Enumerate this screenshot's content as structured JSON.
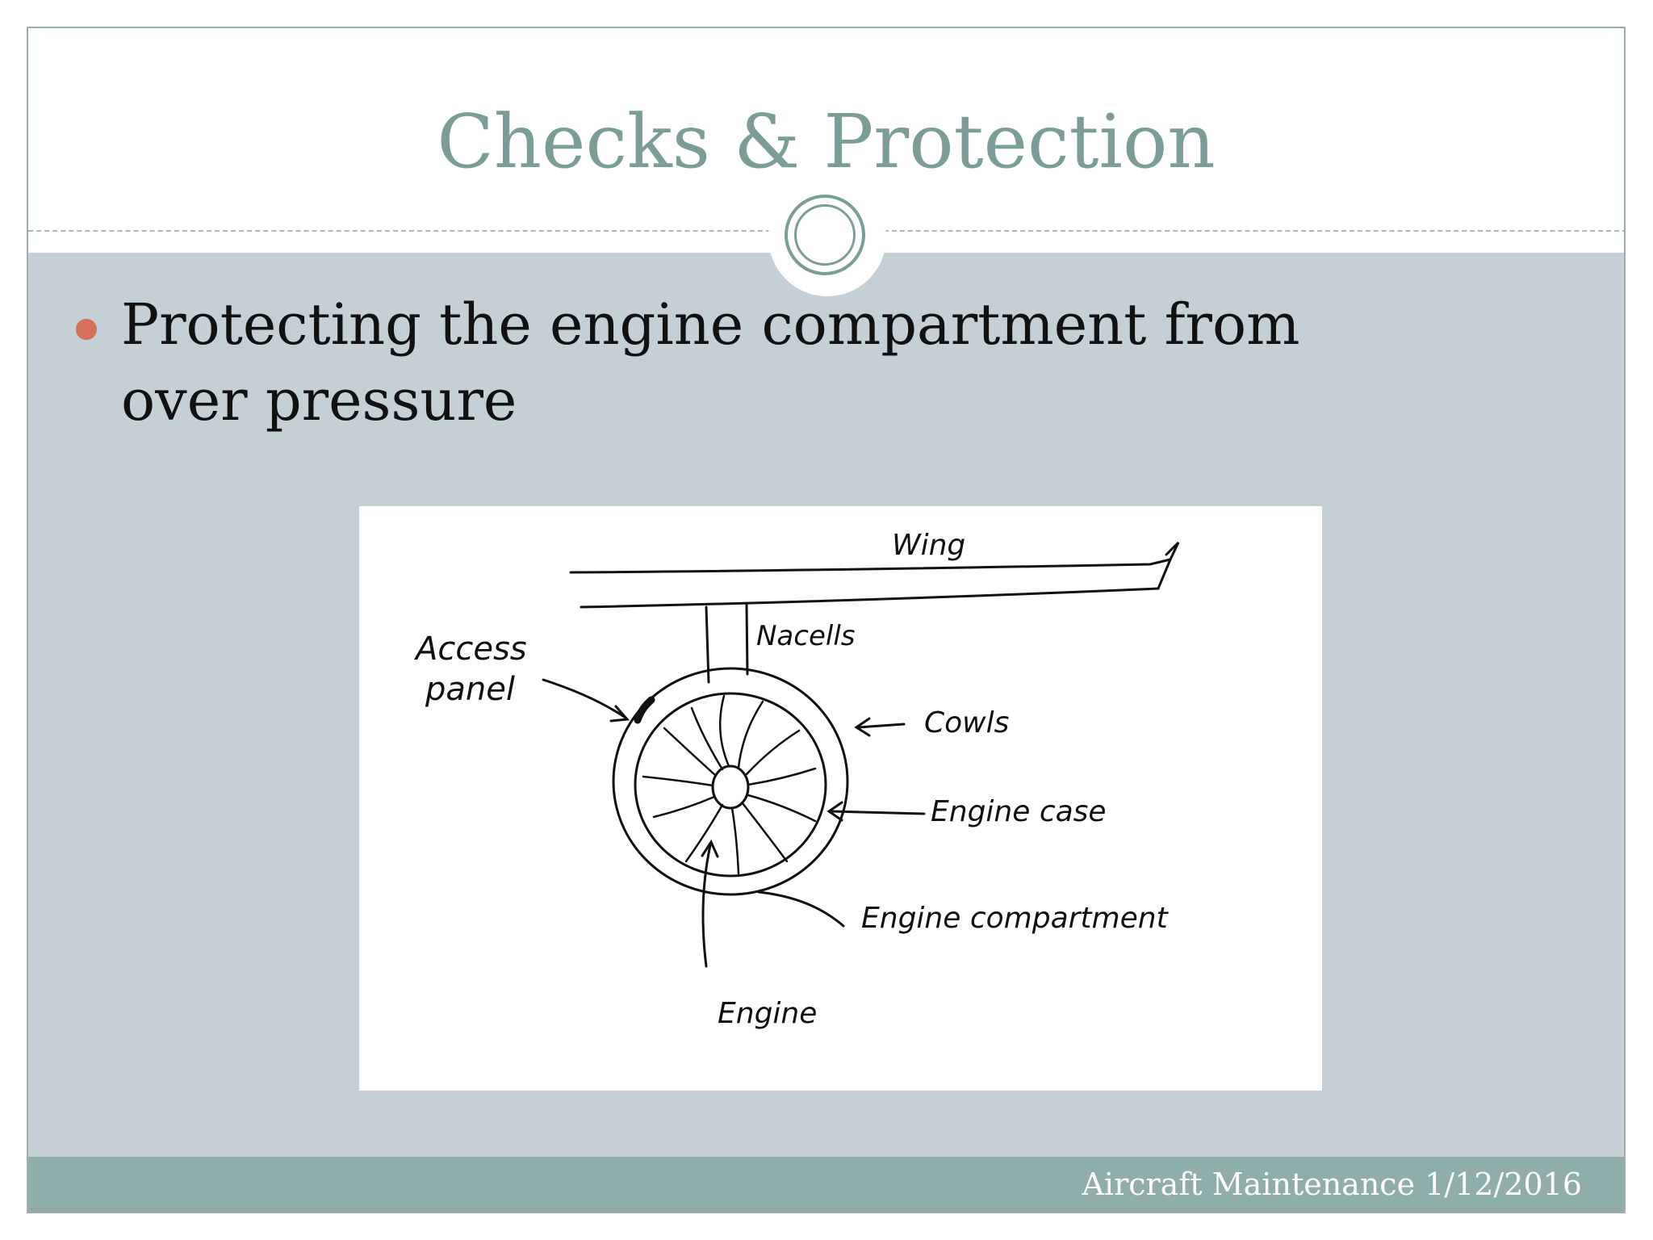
{
  "slide": {
    "title": "Checks & Protection",
    "bullets": [
      "Protecting the engine compartment from over pressure"
    ]
  },
  "figure": {
    "labels": {
      "wing": "Wing",
      "nacelles": "Nacells",
      "access_panel_line1": "Access",
      "access_panel_line2": "panel",
      "cowls": "Cowls",
      "engine_case": "Engine case",
      "engine_compartment": "Engine compartment",
      "engine": "Engine"
    }
  },
  "footer": {
    "text": "Aircraft Maintenance 1/12/2016"
  },
  "colors": {
    "title": "#7a9d98",
    "content_background": "#c4d0d5",
    "footer_background": "#8fadaa",
    "bullet": "#d4705a"
  }
}
